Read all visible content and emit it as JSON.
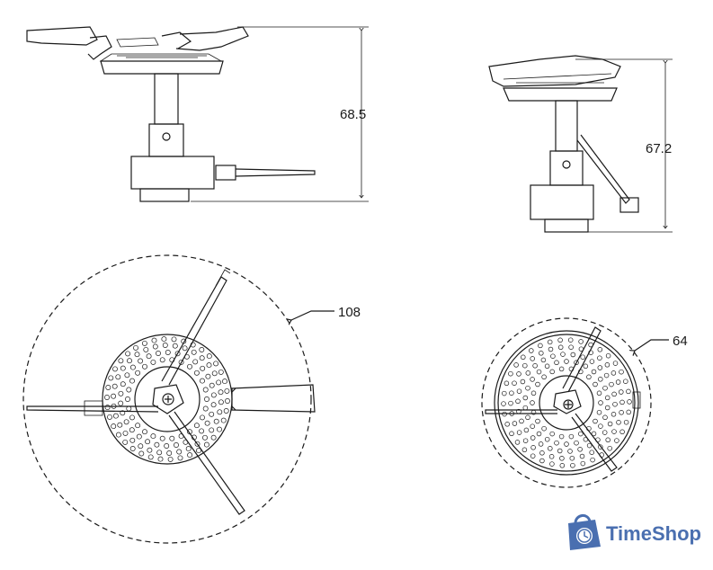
{
  "dimensions": {
    "large_height": "68.5",
    "small_height": "67.2",
    "large_diameter": "108",
    "small_diameter": "64"
  },
  "brand": {
    "name": "TimeShop",
    "icon": "shopping-bag-clock-icon",
    "color": "#4a6fb0"
  }
}
